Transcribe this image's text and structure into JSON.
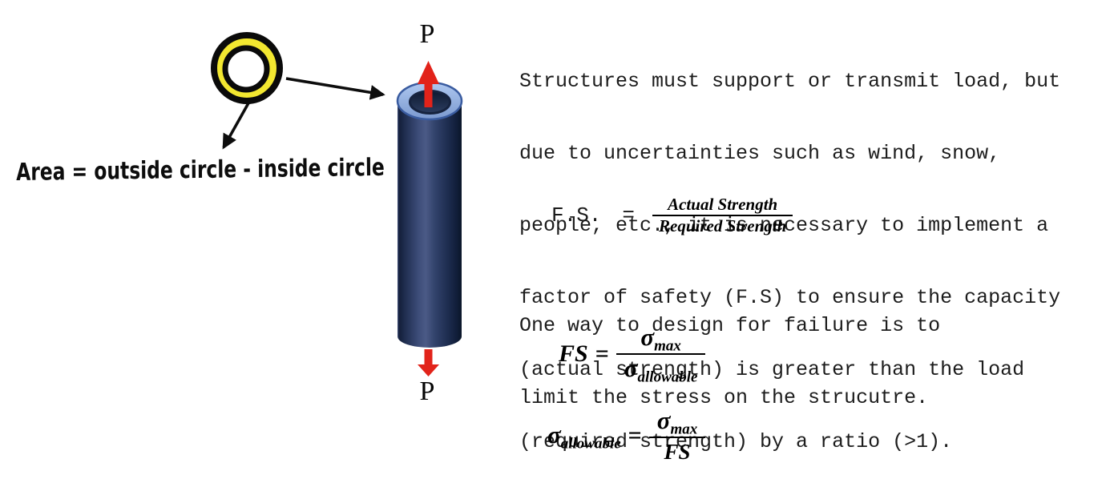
{
  "illustration": {
    "area_label": "Area = outside circle - inside circle",
    "load_label_top": "P",
    "load_label_bottom": "P",
    "icons": [
      "annulus-cross-section",
      "hollow-tube-3d",
      "tension-arrow-up",
      "tension-arrow-down",
      "pointer-arrow-to-label",
      "pointer-arrow-to-tube"
    ]
  },
  "intro": {
    "lines": [
      "Structures must support or transmit load, but",
      "due to uncertainties such as wind, snow,",
      "people, etc., it is necessary to implement a",
      "factor of safety (F.S) to ensure the capacity",
      "(actual strength) is greater than the load",
      "(required strength) by a ratio (>1)."
    ]
  },
  "formula_fs_definition": {
    "lhs": "F.S.",
    "eq": "=",
    "numerator": "Actual Strength",
    "denominator": "Required Strength"
  },
  "note": {
    "lines": [
      "One way to design for failure is to",
      "limit the stress on the strucutre."
    ]
  },
  "formula_fs_stress": {
    "lhs": "FS",
    "eq": "=",
    "num_symbol": "σ",
    "num_sub": "max",
    "den_symbol": "σ",
    "den_sub": "allowable"
  },
  "formula_allowable": {
    "lhs_symbol": "σ",
    "lhs_sub": "allowable",
    "eq": "=",
    "num_symbol": "σ",
    "num_sub": "max",
    "denominator": "FS"
  },
  "colors": {
    "ring_fill": "#f2e730",
    "ink": "#111111",
    "mono_text": "#1c1c1c",
    "load_arrow": "#e2231a",
    "tube_rim": "#8fade1"
  }
}
